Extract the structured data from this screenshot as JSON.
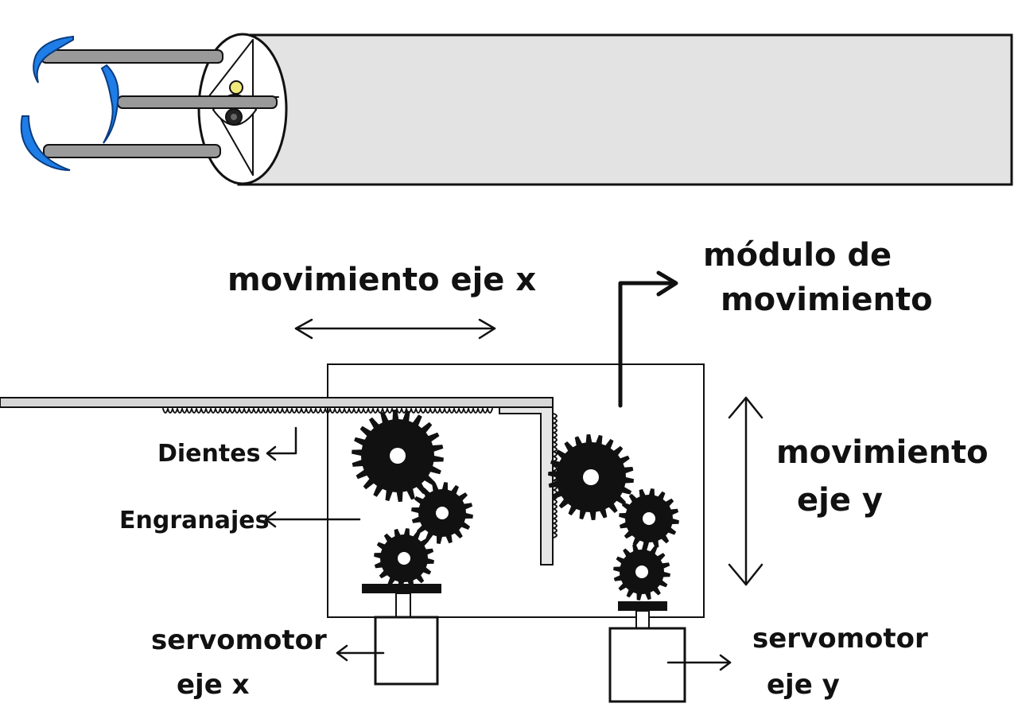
{
  "labels": {
    "movimiento_x": "movimiento eje x",
    "modulo_line1": "módulo de",
    "modulo_line2": "movimiento",
    "movimiento_y_line1": "movimiento",
    "movimiento_y_line2": "eje y",
    "dientes": "Dientes",
    "engranajes": "Engranajes",
    "servo_x_line1": "servomotor",
    "servo_x_line2": "eje x",
    "servo_y_line1": "servomotor",
    "servo_y_line2": "eje y"
  },
  "colors": {
    "claw": "#1e7de6",
    "tube": "#e3e3e3",
    "rod": "#9a9a9a",
    "ink": "#111111",
    "light": "#f0ea7a"
  }
}
